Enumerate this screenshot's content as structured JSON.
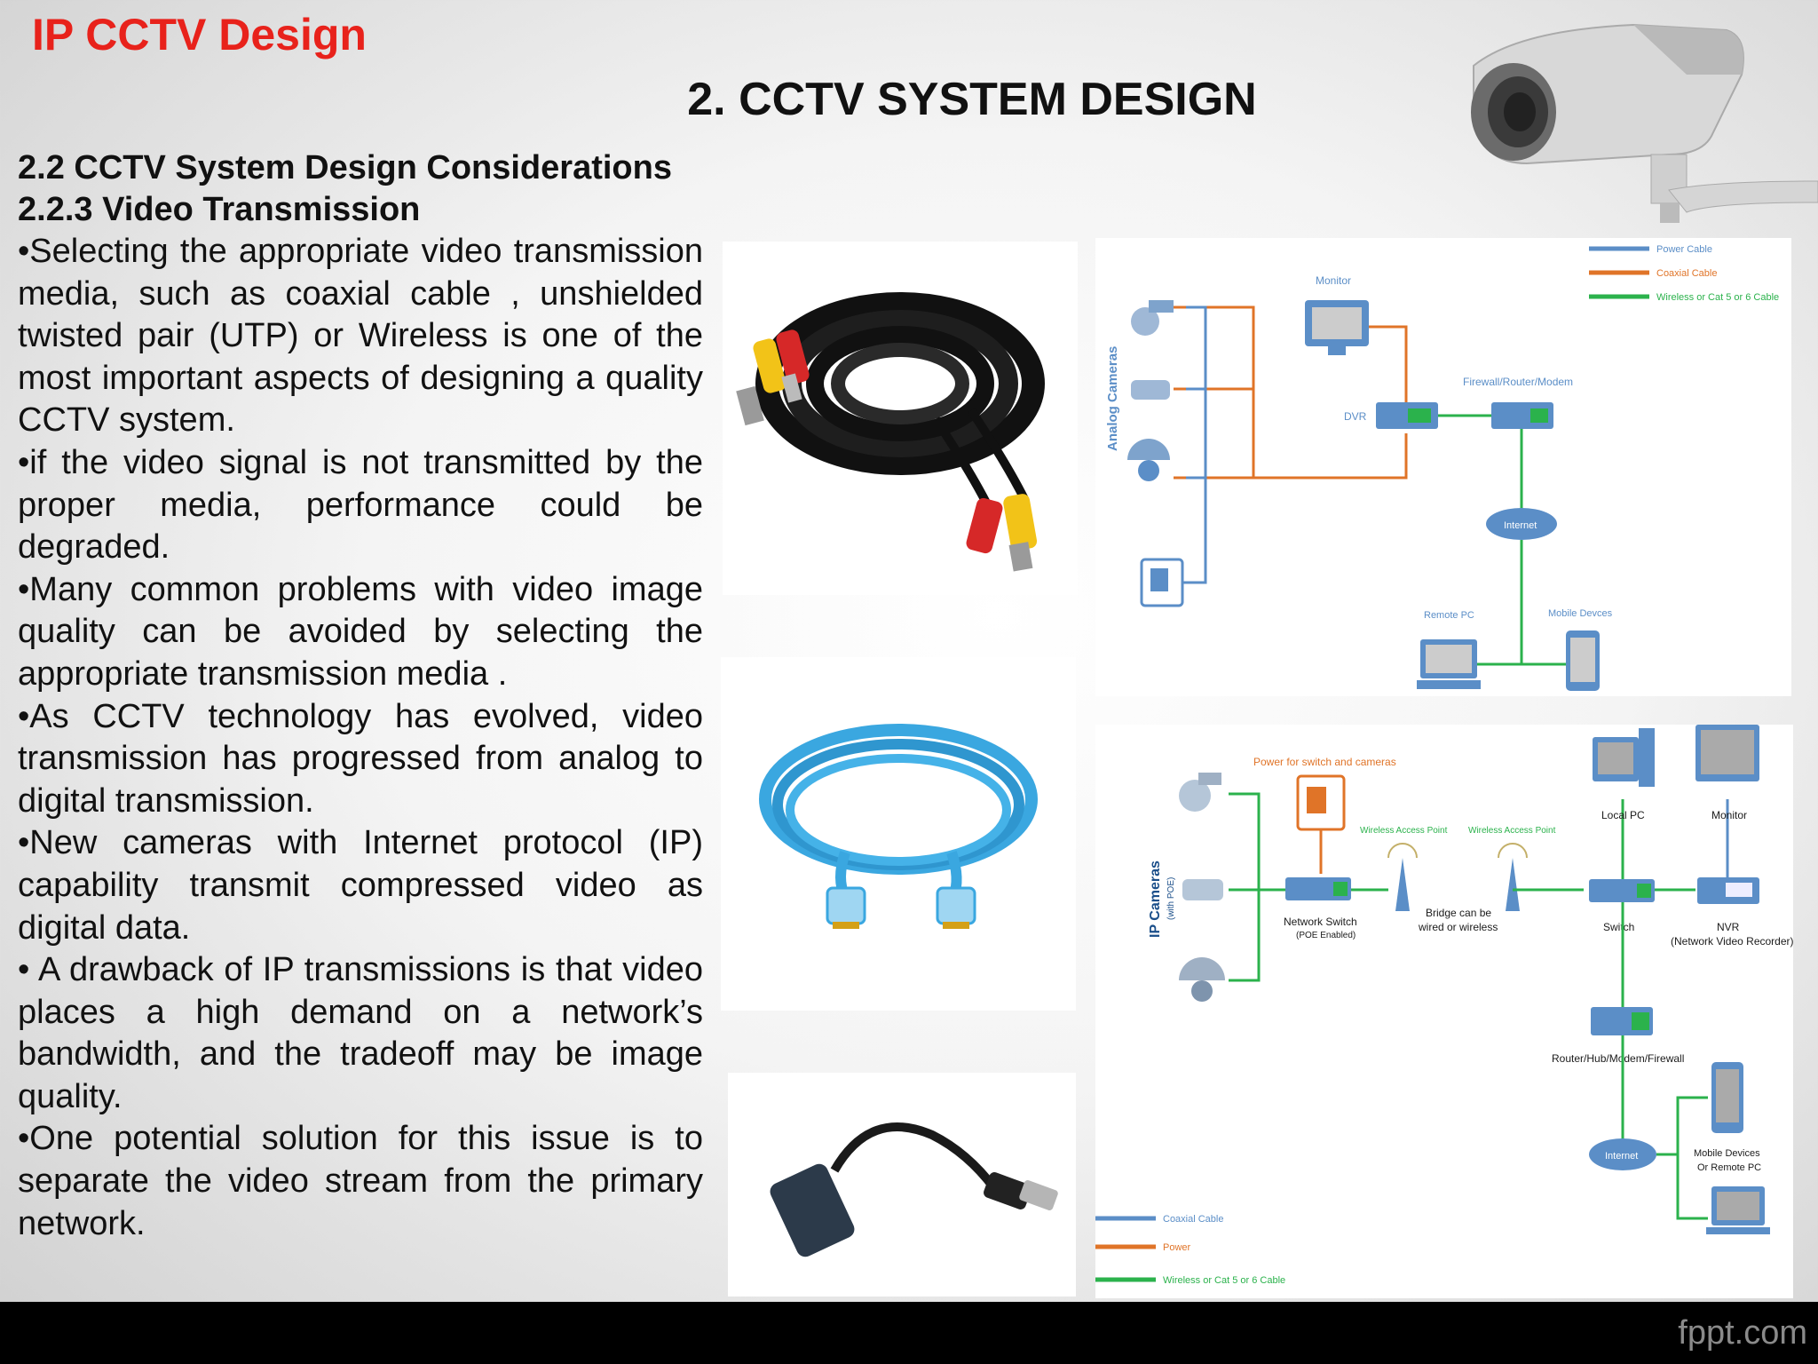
{
  "header": {
    "brand_title": "IP CCTV Design",
    "section_title": "2. CCTV SYSTEM DESIGN"
  },
  "content": {
    "heading1": "2.2 CCTV System Design Considerations",
    "heading2": "2.2.3 Video Transmission",
    "paragraphs": [
      "•Selecting the appropriate video transmission media, such as coaxial cable , unshielded twisted pair (UTP) or Wireless is one of the most important aspects of designing a quality CCTV system.",
      "•if the video signal is not transmitted by the proper media, performance could be degraded.",
      "•Many common problems with video image quality can be avoided by selecting the appropriate transmission media .",
      "•As CCTV technology has evolved, video transmission has progressed from analog to digital transmission.",
      "•New cameras with Internet protocol (IP) capability transmit compressed video as digital data.",
      "• A drawback of IP transmissions is that video places a high demand on a network’s bandwidth, and the tradeoff may be image quality.",
      "•One potential solution for this issue is to separate the video stream from the primary network."
    ]
  },
  "analog_diagram": {
    "legend": [
      "Power Cable",
      "Coaxial Cable",
      "Wireless or Cat 5 or 6 Cable"
    ],
    "side_label": "Analog Cameras",
    "monitor": "Monitor",
    "firewall": "Firewall/Router/Modem",
    "dvr": "DVR",
    "internet": "Internet",
    "remote_pc": "Remote PC",
    "mobile": "Mobile Devces"
  },
  "ip_diagram": {
    "power_label": "Power for switch and cameras",
    "wap1": "Wireless Access Point",
    "wap2": "Wireless Access Point",
    "local_pc": "Local PC",
    "monitor": "Monitor",
    "side_label": "IP Cameras",
    "side_sublabel": "(with POE)",
    "network_switch": "Network Switch",
    "poe_enabled": "(POE Enabled)",
    "bridge1": "Bridge can be",
    "bridge2": "wired or wireless",
    "switch": "Switch",
    "nvr": "NVR",
    "nvr_full": "(Network Video Recorder)",
    "router": "Router/Hub/Modem/Firewall",
    "internet": "Internet",
    "mobile1": "Mobile Devices",
    "mobile2": "Or Remote PC",
    "legend": [
      "Coaxial Cable",
      "Power",
      "Wireless or Cat 5 or 6 Cable"
    ]
  },
  "footer": {
    "brand": "fppt.com"
  },
  "colors": {
    "title_red": "#e8221b",
    "diagram_blue": "#5b8ec7",
    "diagram_orange": "#e07428",
    "diagram_green": "#2bb24c"
  }
}
